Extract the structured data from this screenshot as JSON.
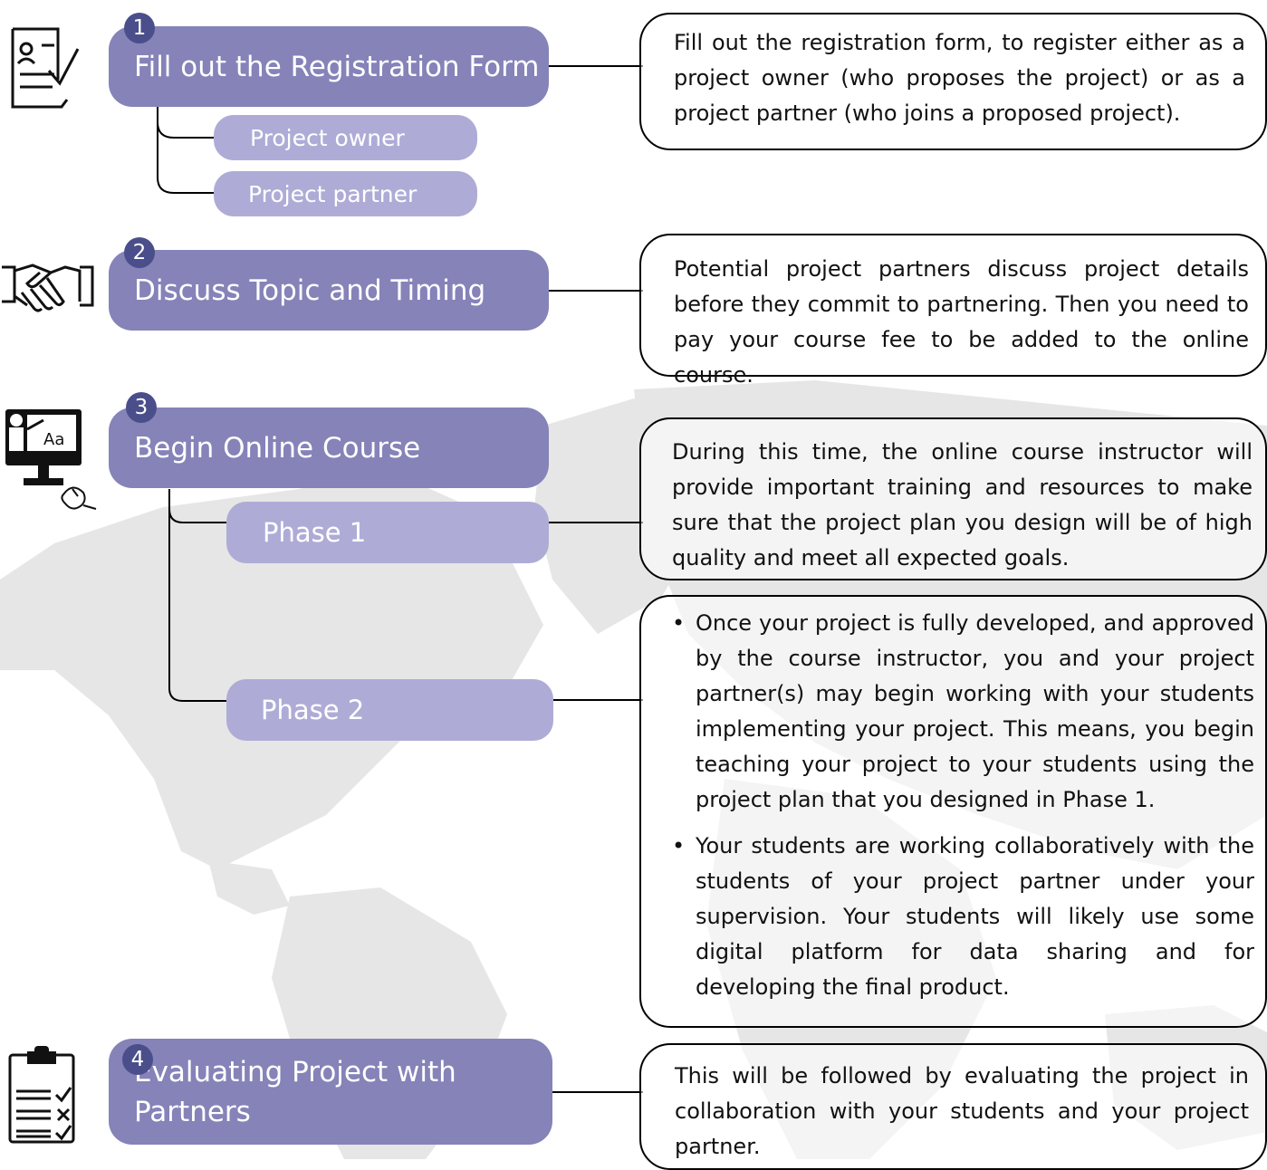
{
  "steps": [
    {
      "num": "1",
      "title": "Fill out the Registration Form",
      "icon": "registration-form-icon",
      "subs": [
        "Project owner",
        "Project partner"
      ],
      "desc": "Fill out the registration form, to register either as a project owner (who proposes the project) or as a project partner (who joins a proposed project)."
    },
    {
      "num": "2",
      "title": "Discuss Topic and Timing",
      "icon": "handshake-icon",
      "desc": "Potential project partners discuss project details before they commit to partnering. Then you need to pay your course fee to be added to the online course."
    },
    {
      "num": "3",
      "title": "Begin Online Course",
      "icon": "online-teaching-icon",
      "phases": [
        {
          "label": "Phase 1",
          "desc": "During this time, the online course instructor will provide important training and resources to make sure that the project plan you design will be of high quality and meet all expected goals."
        },
        {
          "label": "Phase 2",
          "bullets": [
            "Once your project is fully developed, and approved by the course instructor, you and your project partner(s) may begin working with your students implementing your project. This means, you begin teaching your project to your students using the project plan that you designed in Phase 1.",
            "Your students are working collaboratively with the students of your project partner under your supervision. Your students will likely use some digital platform for data sharing and for developing the final product."
          ]
        }
      ]
    },
    {
      "num": "4",
      "title": "Evaluating Project with Partners",
      "icon": "clipboard-checklist-icon",
      "desc": "This will be followed by evaluating the project in collaboration with your students and your project partner."
    }
  ],
  "bullet_char": "•",
  "colors": {
    "step": "#8583b8",
    "sub": "#aeacd6",
    "number": "#4a4e8a",
    "map": "#e4e4e4"
  }
}
